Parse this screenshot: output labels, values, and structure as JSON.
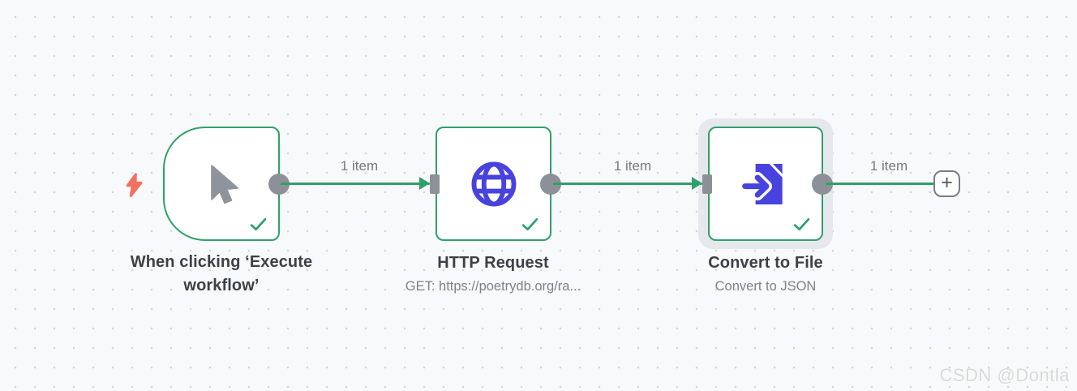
{
  "nodes": [
    {
      "type": "manual-trigger",
      "title": "When clicking ‘Execute workflow’",
      "subtitle": "",
      "icon": "cursor-icon",
      "status": "success",
      "selected": false
    },
    {
      "type": "http-request",
      "title": "HTTP Request",
      "subtitle": "GET: https://poetrydb.org/ra...",
      "icon": "globe-icon",
      "status": "success",
      "selected": false
    },
    {
      "type": "convert-to-file",
      "title": "Convert to File",
      "subtitle": "Convert to JSON",
      "icon": "file-import-icon",
      "status": "success",
      "selected": true
    }
  ],
  "connections": [
    {
      "from": "manual-trigger",
      "to": "http-request",
      "label": "1 item"
    },
    {
      "from": "http-request",
      "to": "convert-to-file",
      "label": "1 item"
    },
    {
      "from": "convert-to-file",
      "to": "add-node",
      "label": "1 item"
    }
  ],
  "add_button": {
    "label": "+"
  },
  "watermark": "CSDN @Dontla",
  "colors": {
    "success_green": "#2ea16a",
    "icon_indigo": "#4843df",
    "trigger_bolt_red": "#f4705f",
    "connector_gray": "#8d9096",
    "canvas_bg": "#f8f9fb",
    "selection_halo": "#e6e8ee"
  }
}
